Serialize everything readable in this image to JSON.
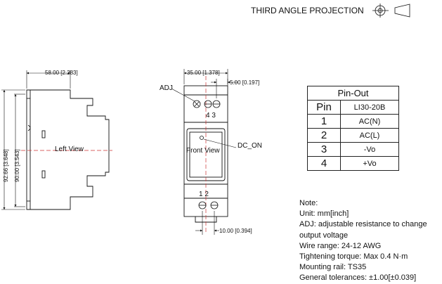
{
  "header": {
    "projection_label": "THIRD ANGLE PROJECTION"
  },
  "left_view": {
    "label": "Left View",
    "width_dim": "58.00 [2.283]",
    "height_dim_outer": "92.66 [3.648]",
    "height_dim_inner": "90.00 [3.543]"
  },
  "front_view": {
    "label": "Front View",
    "width_dim": "35.00 [1.378]",
    "top_offset_dim": "5.00 [0.197]",
    "bottom_offset_dim": "10.00 [0.394]",
    "adj_label": "ADJ",
    "dc_on_label": "DC_ON",
    "top_terminal_labels": "4 3",
    "bottom_terminal_labels": "1  2"
  },
  "pinout": {
    "title": "Pin-Out",
    "col_pin": "Pin",
    "col_model": "LI30-20B",
    "rows": [
      {
        "pin": "1",
        "value": "AC(N)"
      },
      {
        "pin": "2",
        "value": "AC(L)"
      },
      {
        "pin": "3",
        "value": "-Vo"
      },
      {
        "pin": "4",
        "value": "+Vo"
      }
    ]
  },
  "notes": [
    "Note:",
    "Unit: mm[inch]",
    "ADJ: adjustable resistance to change",
    "output voltage",
    "Wire range: 24-12 AWG",
    "Tightening torque: Max 0.4 N·m",
    "Mounting rail: TS35",
    "General tolerances: ±1.00[±0.039]"
  ]
}
